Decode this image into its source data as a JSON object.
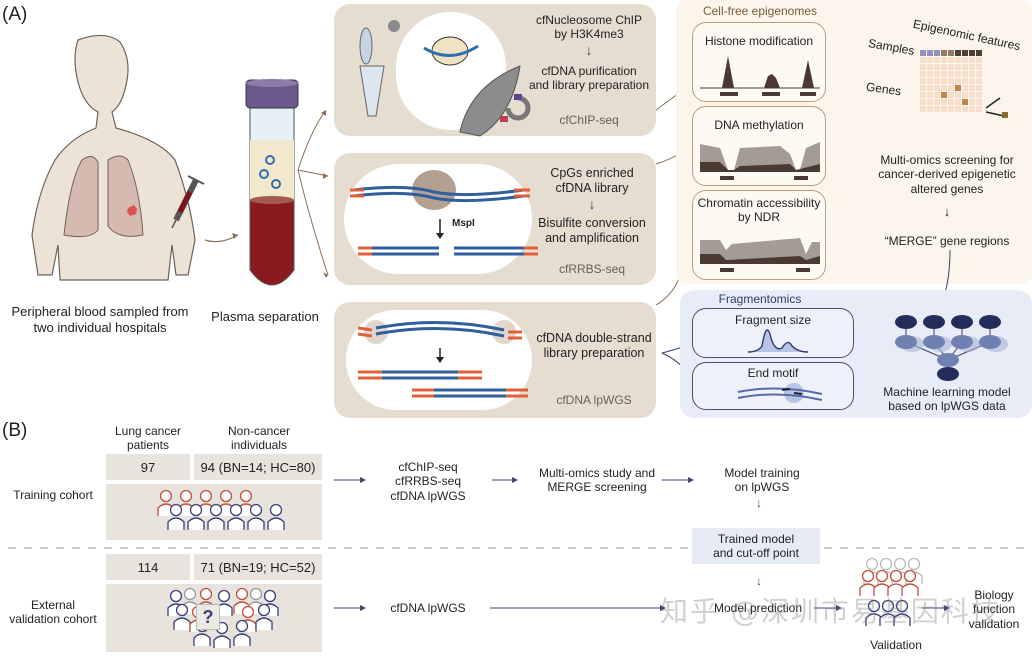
{
  "panel_a": {
    "label": "(A)",
    "blood_sampling_caption_line1": "Peripheral blood sampled from",
    "blood_sampling_caption_line2": "two individual hospitals",
    "plasma_caption": "Plasma separation",
    "chip": {
      "line1": "cfNucleosome ChIP",
      "line2": "by H3K4me3",
      "line3": "cfDNA purification",
      "line4": "and library preparation",
      "method": "cfChIP-seq"
    },
    "rrbs": {
      "line1": "CpGs enriched",
      "line2": "cfDNA library",
      "line3": "Bisulfite conversion",
      "line4": "and amplification",
      "method": "cfRRBS-seq",
      "enzyme": "MspI"
    },
    "lpwgs": {
      "line1": "cfDNA double-strand",
      "line2": "library preparation",
      "method": "cfDNA lpWGS"
    },
    "epigenomes": {
      "title": "Cell-free epigenomes",
      "histone": "Histone modification",
      "methylation": "DNA methylation",
      "chromatin_line1": "Chromatin accessibility",
      "chromatin_line2": "by NDR"
    },
    "matrix": {
      "samples": "Samples",
      "features": "Epigenomic features",
      "genes": "Genes"
    },
    "screening_line1": "Multi-omics screening for",
    "screening_line2": "cancer-derived epigenetic",
    "screening_line3": "altered genes",
    "merge": "“MERGE” gene regions",
    "fragmentomics": {
      "title": "Fragmentomics",
      "size": "Fragment size",
      "motif": "End motif"
    },
    "ml_line1": "Machine learning model",
    "ml_line2": "based on lpWGS data"
  },
  "panel_b": {
    "label": "(B)",
    "col_cancer_line1": "Lung cancer",
    "col_cancer_line2": "patients",
    "col_noncancer_line1": "Non-cancer",
    "col_noncancer_line2": "individuals",
    "training": {
      "label": "Training cohort",
      "cancer_n": "97",
      "noncancer_n": "94 (BN=14; HC=80)"
    },
    "validation": {
      "label_line1": "External",
      "label_line2": "validation cohort",
      "cancer_n": "114",
      "noncancer_n": "71 (BN=19; HC=52)"
    },
    "flow": {
      "seq_line1": "cfChIP-seq",
      "seq_line2": "cfRRBS-seq",
      "seq_line3": "cfDNA lpWGS",
      "study_line1": "Multi-omics study and",
      "study_line2": "MERGE screening",
      "train_line1": "Model training",
      "train_line2": "on lpWGS",
      "trained_line1": "Trained model",
      "trained_line2": "and cut-off point",
      "val_seq": "cfDNA lpWGS",
      "predict": "Model prediction",
      "validation": "Validation",
      "bio_line1": "Biology",
      "bio_line2": "function",
      "bio_line3": "validation"
    }
  },
  "watermark": "知乎 @深圳市易基因科技",
  "colors": {
    "tan": "#e5ddd0",
    "epigenome_bg": "#fbf5ec",
    "fragment_bg": "#e8ecf7",
    "dna_blue": "#2f5f9e",
    "dna_red": "#e0603a",
    "cancer_red": "#c0503a",
    "healthy_navy": "#3b3f7a",
    "arrow": "#3b4170"
  }
}
